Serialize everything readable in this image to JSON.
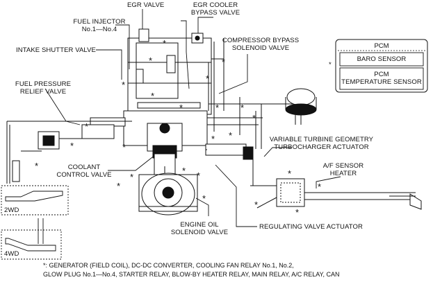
{
  "labels": {
    "egr_valve": "EGR VALVE",
    "egr_cooler_bypass_1": "EGR COOLER",
    "egr_cooler_bypass_2": "BYPASS VALVE",
    "fuel_injector_1": "FUEL INJECTOR",
    "fuel_injector_2": "No.1—No.4",
    "intake_shutter": "INTAKE SHUTTER VALVE",
    "compressor_bypass_1": "COMPRESSOR BYPASS",
    "compressor_bypass_2": "SOLENOID VALVE",
    "fuel_pressure_1": "FUEL PRESSURE",
    "fuel_pressure_2": "RELIEF VALVE",
    "vtg_1": "VARIABLE TURBINE GEOMETRY",
    "vtg_2": "TURBOCHARGER ACTUATOR",
    "coolant_1": "COOLANT",
    "coolant_2": "CONTROL VALVE",
    "af_sensor_1": "A/F SENSOR",
    "af_sensor_2": "HEATER",
    "engine_oil_1": "ENGINE OIL",
    "engine_oil_2": "SOLENOID VALVE",
    "regulating": "REGULATING VALVE ACTUATOR",
    "two_wd": "2WD",
    "four_wd": "4WD"
  },
  "pcm_box": {
    "title": "PCM",
    "asterisk": "*",
    "baro": "BARO SENSOR",
    "temp_1": "PCM",
    "temp_2": "TEMPERATURE SENSOR"
  },
  "footnote": {
    "line1": "*: GENERATOR (FIELD COIL), DC-DC CONVERTER, COOLING FAN RELAY No.1, No.2,",
    "line2": "GLOW PLUG No.1—No.4, STARTER RELAY, BLOW-BY HEATER RELAY, MAIN RELAY, A/C RELAY, CAN"
  },
  "marker": "*"
}
